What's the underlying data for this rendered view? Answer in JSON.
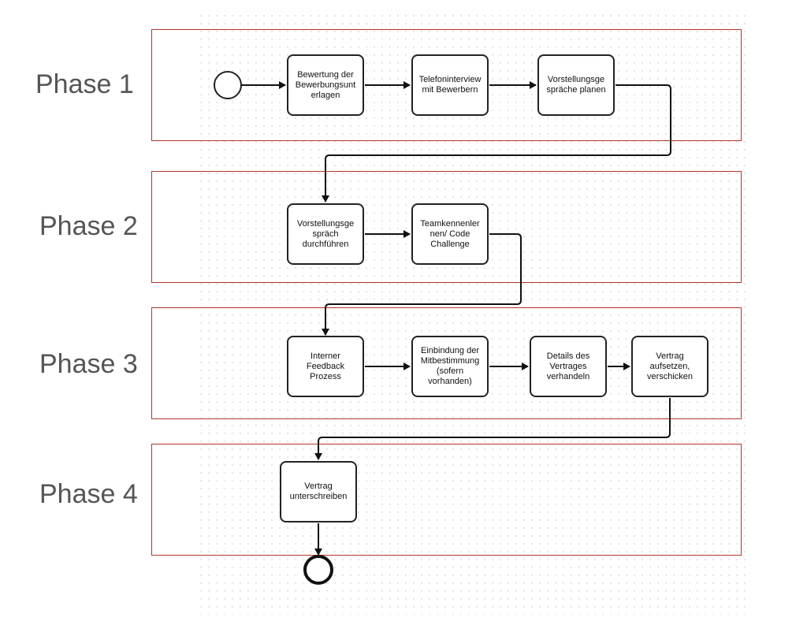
{
  "phases": [
    {
      "label": "Phase 1"
    },
    {
      "label": "Phase 2"
    },
    {
      "label": "Phase 3"
    },
    {
      "label": "Phase 4"
    }
  ],
  "tasks": {
    "t1": "Bewertung der Bewerbungsunt erlagen",
    "t2": "Telefoninterview mit Bewerbern",
    "t3": "Vorstellungsge spräche planen",
    "t4": "Vorstellungsge spräch durchführen",
    "t5": "Teamkennenler nen/ Code Challenge",
    "t6": "Interner Feedback Prozess",
    "t7": "Einbindung der Mitbestimmung (sofern vorhanden)",
    "t8": "Details des Vertrages verhandeln",
    "t9": "Vertrag aufsetzen, verschicken",
    "t10": "Vertrag unterschreiben"
  },
  "colors": {
    "phase_border": "#b5342b",
    "task_border": "#222222",
    "connector": "#111111",
    "label_text": "#555555"
  }
}
